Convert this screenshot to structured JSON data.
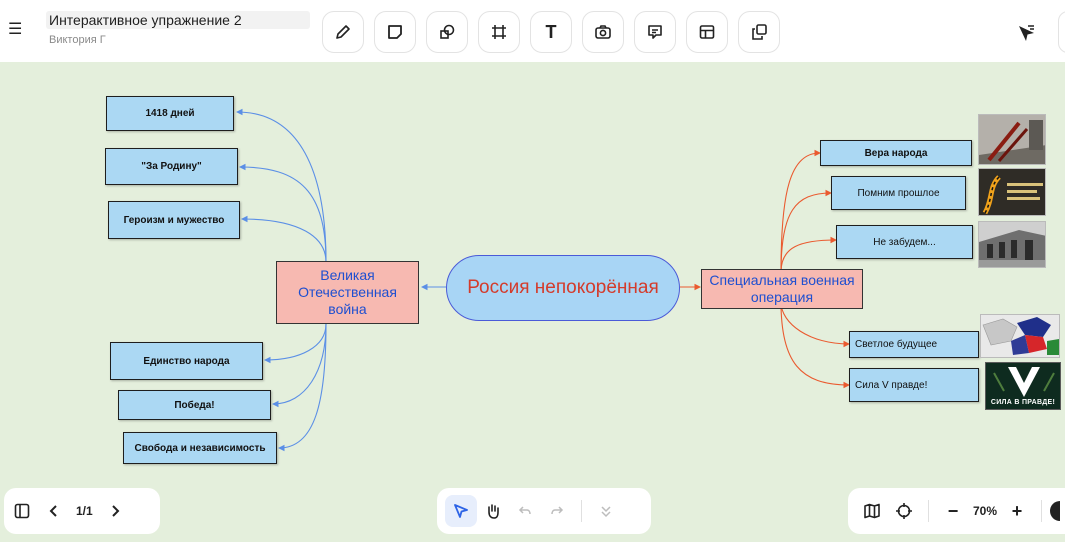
{
  "header": {
    "title": "Интерактивное упражнение 2",
    "author": "Виктория Г"
  },
  "toolbar": {
    "tools": [
      {
        "name": "pen-tool",
        "icon": "pencil-icon"
      },
      {
        "name": "sticky-note-tool",
        "icon": "sticky-note-icon"
      },
      {
        "name": "shapes-tool",
        "icon": "shapes-icon"
      },
      {
        "name": "frame-tool",
        "icon": "frame-icon"
      },
      {
        "name": "text-tool",
        "icon": "text-icon",
        "glyph": "T"
      },
      {
        "name": "image-tool",
        "icon": "camera-icon"
      },
      {
        "name": "comment-tool",
        "icon": "comment-icon"
      },
      {
        "name": "table-tool",
        "icon": "table-icon"
      },
      {
        "name": "copy-tool",
        "icon": "copy-icon"
      }
    ]
  },
  "mindmap": {
    "center": "Россия непокорённая",
    "left_branch": {
      "label": "Великая Отечественная война",
      "children": [
        "1418 дней",
        "\"За Родину\"",
        "Героизм и мужество",
        "Единство народа",
        "Победа!",
        "Свобода и независимость"
      ]
    },
    "right_branch": {
      "label": "Специальная военная операция",
      "children": [
        "Вера народа",
        "Помним прошлое",
        "Не забудем...",
        "Светлое будущее",
        "Сила V правде!"
      ]
    },
    "image_caption": "СИЛА В ПРАВДЕ!",
    "colors": {
      "canvas": "#e4efdc",
      "node_fill": "#abd8f3",
      "branch_fill": "#f7b9b1",
      "branch_text": "#1e4fd0",
      "center_text": "#d43b2b",
      "left_connector": "#5b8fe6",
      "right_connector": "#ea5a2f"
    }
  },
  "footer": {
    "page_indicator": "1/1",
    "zoom": "70%",
    "zoom_minus": "−",
    "zoom_plus": "+"
  }
}
